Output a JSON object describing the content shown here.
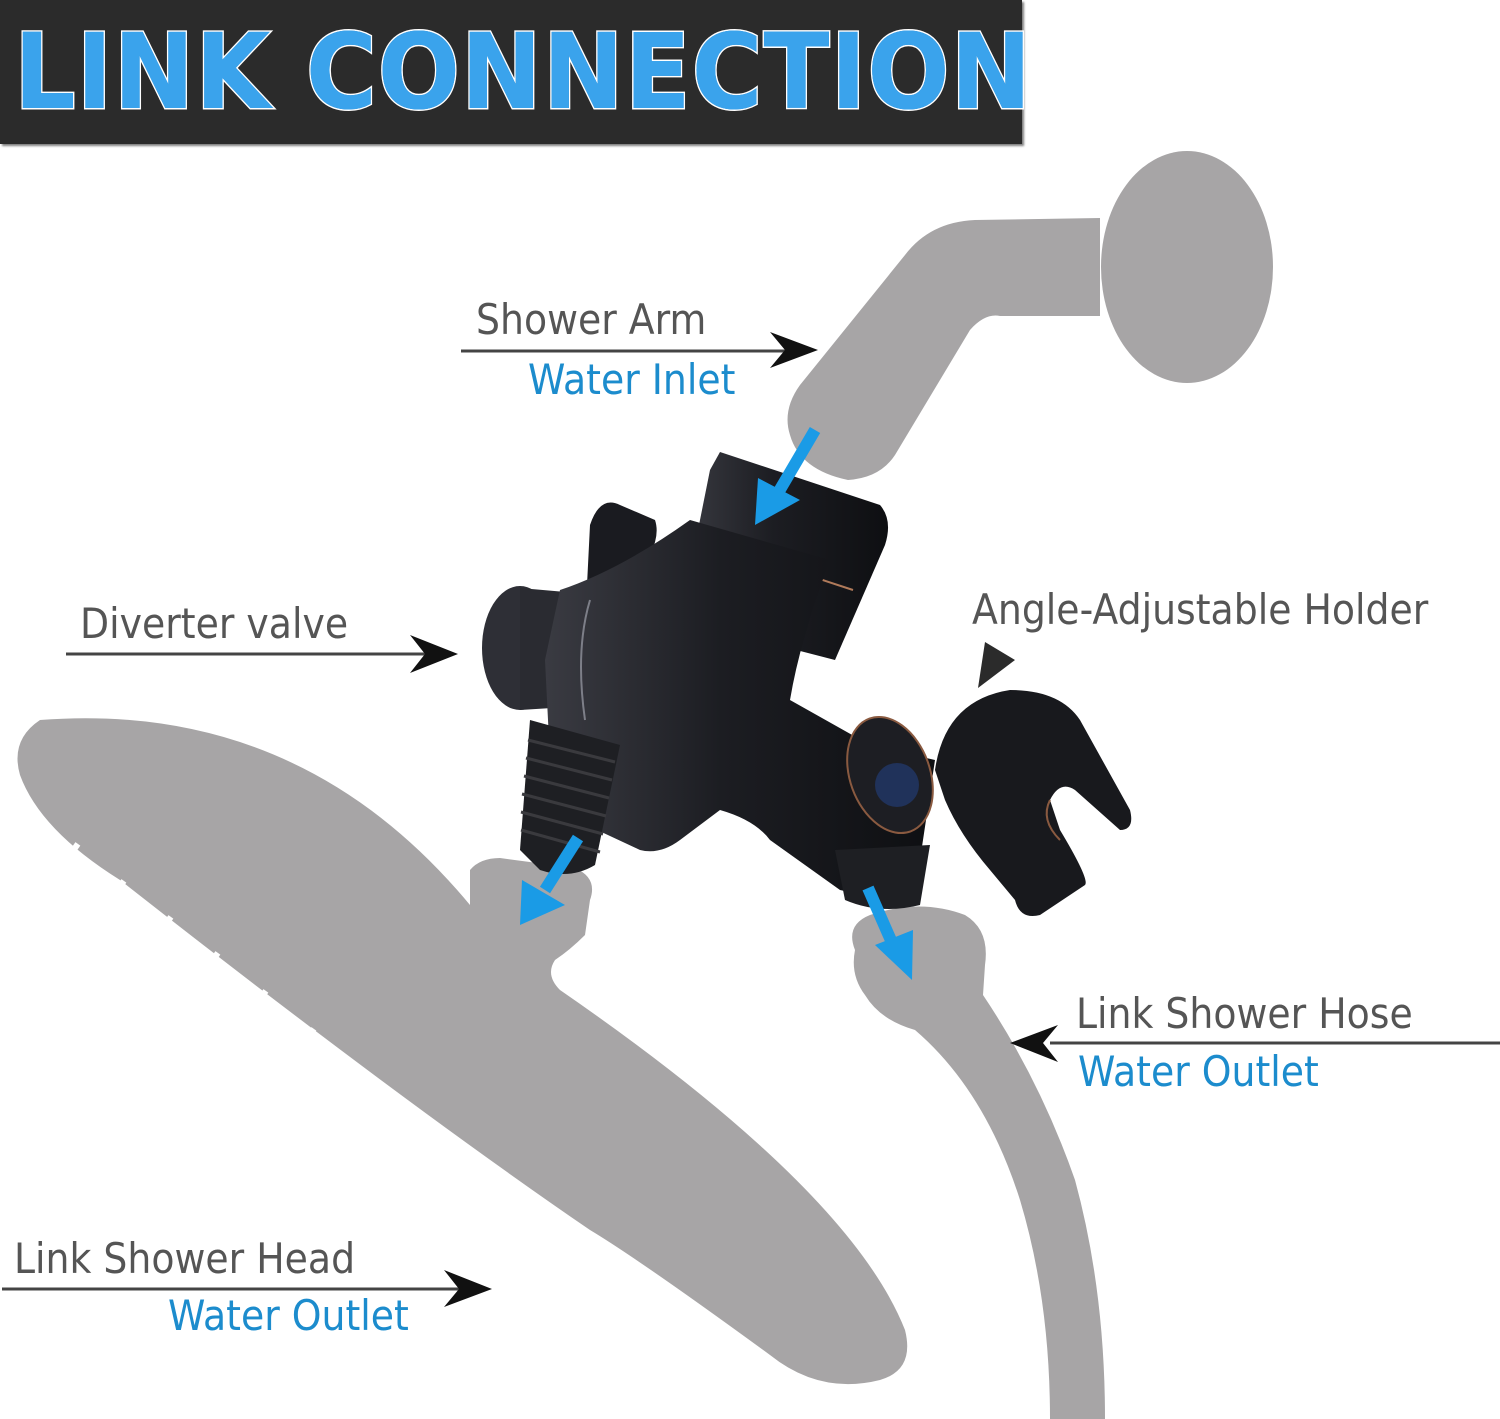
{
  "header": {
    "title": "LINK CONNECTION"
  },
  "colors": {
    "banner_bg": "#2b2b2b",
    "title_blue": "#3aa3ec",
    "silhouette_gray": "#a7a5a6",
    "valve_black": "#1b1c21",
    "flow_arrow_blue": "#1a9be6",
    "label_gray": "#555555",
    "label_blue": "#1c8ccd"
  },
  "callouts": {
    "shower_arm": {
      "label": "Shower Arm",
      "sublabel": "Water Inlet"
    },
    "diverter_valve": {
      "label": "Diverter valve"
    },
    "holder": {
      "label": "Angle-Adjustable Holder"
    },
    "shower_hose": {
      "label": "Link Shower Hose",
      "sublabel": "Water Outlet"
    },
    "shower_head": {
      "label": "Link Shower Head",
      "sublabel": "Water Outlet"
    }
  },
  "components": [
    "shower-arm-silhouette",
    "diverter-valve",
    "angle-adjustable-holder",
    "shower-head-silhouette",
    "shower-hose-silhouette"
  ],
  "flow_arrows": [
    "inlet-arrow",
    "head-outlet-arrow",
    "hose-outlet-arrow"
  ]
}
